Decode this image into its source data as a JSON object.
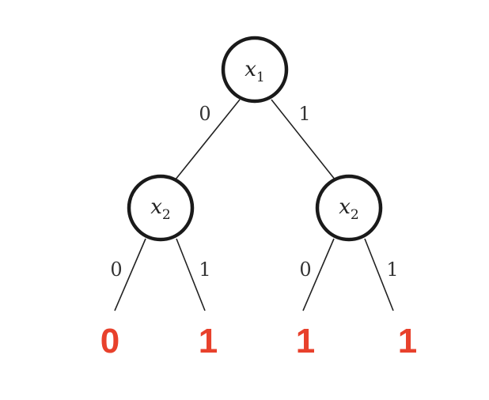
{
  "tree": {
    "root": {
      "var": "x",
      "sub": "1"
    },
    "left": {
      "var": "x",
      "sub": "2"
    },
    "right": {
      "var": "x",
      "sub": "2"
    },
    "edges": {
      "root_left": "0",
      "root_right": "1",
      "left_left": "0",
      "left_right": "1",
      "right_left": "0",
      "right_right": "1"
    },
    "leaves": [
      "0",
      "1",
      "1",
      "1"
    ],
    "colors": {
      "leaf": "#e8412c",
      "node_stroke": "#1a1a1a",
      "edge": "#222222"
    }
  }
}
